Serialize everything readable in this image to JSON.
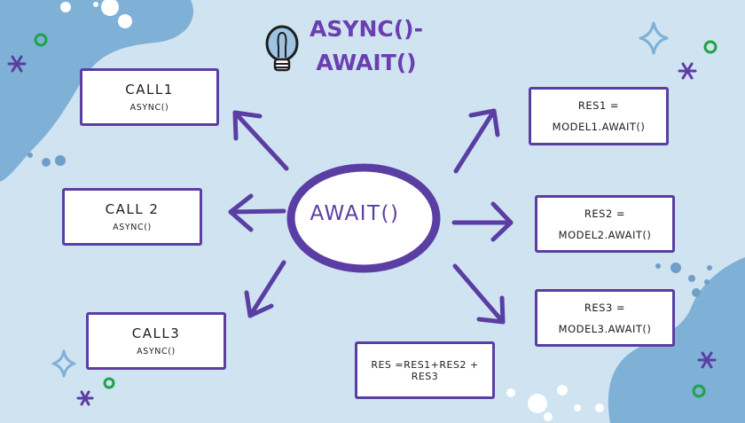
{
  "title": {
    "line1": "ASYNC()-",
    "line2": "AWAIT()"
  },
  "center": {
    "label": "AWAIT()"
  },
  "calls": [
    {
      "name": "CALL1",
      "sub": "ASYNC()"
    },
    {
      "name": "CALL 2",
      "sub": "ASYNC()"
    },
    {
      "name": "CALL3",
      "sub": "ASYNC()"
    }
  ],
  "results": [
    {
      "line1": "RES1 =",
      "line2": "MODEL1.AWAIT()"
    },
    {
      "line1": "RES2 =",
      "line2": "MODEL2.AWAIT()"
    },
    {
      "line1": "RES3 =",
      "line2": "MODEL3.AWAIT()"
    }
  ],
  "sum": {
    "text": "RES =RES1+RES2 + RES3"
  },
  "colors": {
    "background": "#cfe3f1",
    "blob": "#7fb0d6",
    "accent_purple": "#5b3ea3",
    "title_purple": "#6a3fb0",
    "green": "#1ea34a"
  },
  "icons": [
    "lightbulb-icon",
    "sparkle-icon",
    "asterisk-icon",
    "ring-icon",
    "dots-decoration"
  ]
}
